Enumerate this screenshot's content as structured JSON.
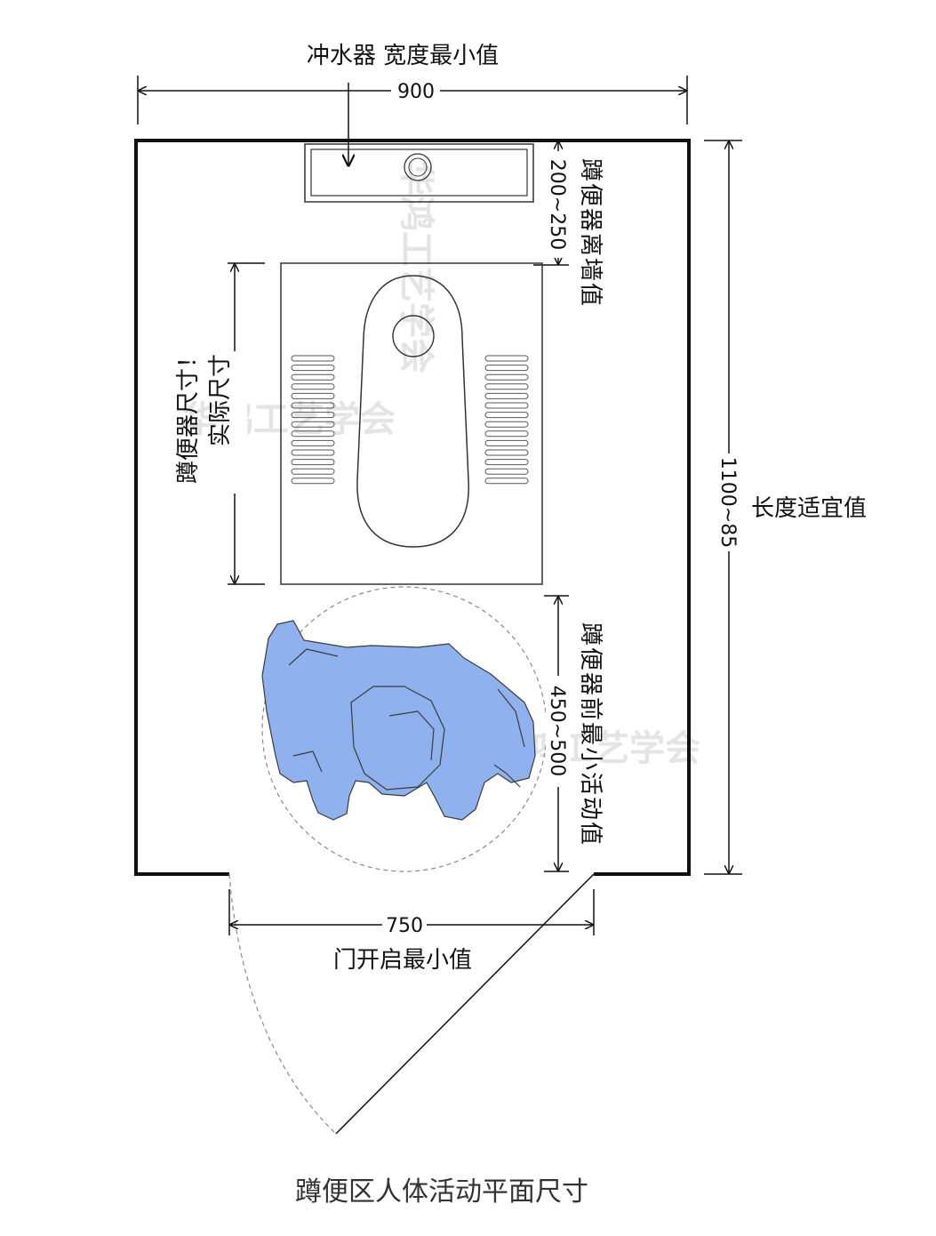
{
  "labels": {
    "flush_width_min": "冲水器 宽度最小值",
    "squat_wall_distance": "蹲便器离墙值",
    "squat_actual_size_1": "实际尺寸",
    "squat_actual_size_2": "蹲便器尺寸！",
    "length_suitable": "长度适宜值",
    "front_activity_min": "蹲便器前最小活动值",
    "door_open_min": "门开启最小值"
  },
  "dimensions": {
    "width": "900",
    "wall_gap": "200~250",
    "length": "1100~85",
    "front_space": "450~500",
    "door": "750"
  },
  "caption": "蹲便区人体活动平面尺寸",
  "watermark": "华鸿工艺学会",
  "colors": {
    "line": "#111111",
    "figure_fill": "#8fb2ef",
    "figure_stroke": "#3a3a3a",
    "watermark": "#e4e4e4"
  }
}
